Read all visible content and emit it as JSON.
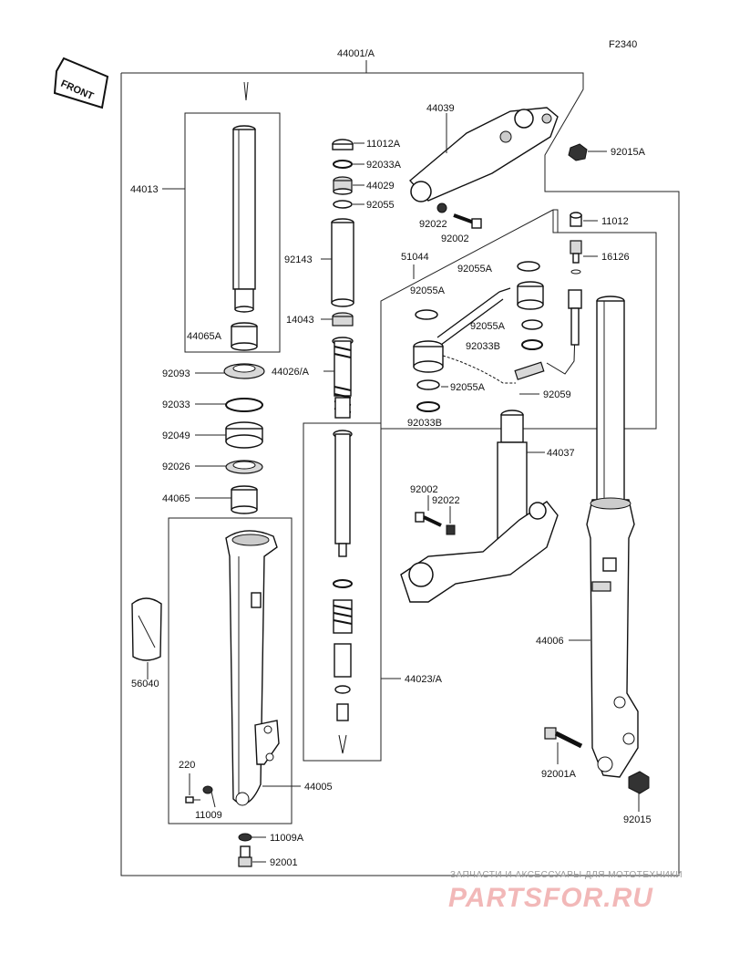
{
  "figure_code": "F2340",
  "front_badge": "FRONT",
  "part_labels": {
    "assembly": "44001/A",
    "p44039": "44039",
    "p92015A": "92015A",
    "p11012A": "11012A",
    "p92033A": "92033A",
    "p44029": "44029",
    "p92055": "92055",
    "p92022_top": "92022",
    "p92002_top": "92002",
    "p11012": "11012",
    "p16126": "16126",
    "p44013": "44013",
    "p92143": "92143",
    "p51044": "51044",
    "p92055A_1": "92055A",
    "p92055A_2": "92055A",
    "p92055A_3": "92055A",
    "p92055A_4": "92055A",
    "p14043": "14043",
    "p44065A": "44065A",
    "p92033B_1": "92033B",
    "p92033B_2": "92033B",
    "p92093": "92093",
    "p44026A": "44026/A",
    "p92059": "92059",
    "p92033": "92033",
    "p92049": "92049",
    "p44037": "44037",
    "p92026": "92026",
    "p92002_mid": "92002",
    "p92022_mid": "92022",
    "p44065": "44065",
    "p44006": "44006",
    "p56040": "56040",
    "p44023A": "44023/A",
    "p220": "220",
    "p11009": "11009",
    "p44005": "44005",
    "p92001A": "92001A",
    "p92015": "92015",
    "p11009A": "11009A",
    "p92001": "92001"
  },
  "watermark": {
    "tagline": "ЗАПЧАСТИ И АКСЕССУАРЫ ДЛЯ МОТОТЕХНИКИ",
    "brand": "PARTSFOR.RU"
  }
}
